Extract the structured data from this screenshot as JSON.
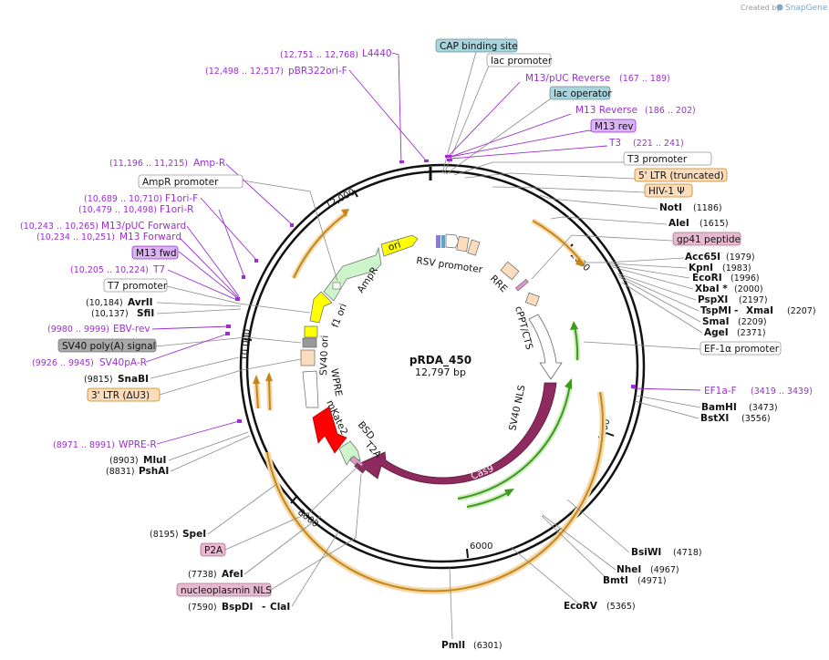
{
  "credit": {
    "created_by": "Created by",
    "brand": "SnapGene"
  },
  "plasmid": {
    "name": "pRDA_450",
    "size": "12,797 bp"
  },
  "ticks": [
    "2000",
    "4000",
    "6000",
    "8000",
    "10,000",
    "12,000"
  ],
  "primers": [
    {
      "name": "L4440",
      "coords": "(12,751 .. 12,768)"
    },
    {
      "name": "pBR322ori-F",
      "coords": "(12,498 .. 12,517)"
    },
    {
      "name": "M13/pUC Reverse",
      "coords": "(167 .. 189)"
    },
    {
      "name": "M13 Reverse",
      "coords": "(186 .. 202)"
    },
    {
      "name": "T3",
      "coords": "(221 .. 241)"
    },
    {
      "name": "Amp-R",
      "coords": "(11,196 .. 11,215)"
    },
    {
      "name": "F1ori-F",
      "coords": "(10,689 .. 10,710)"
    },
    {
      "name": "F1ori-R",
      "coords": "(10,479 .. 10,498)"
    },
    {
      "name": "M13/pUC Forward",
      "coords": "(10,243 .. 10,265)"
    },
    {
      "name": "M13 Forward",
      "coords": "(10,234 .. 10,251)"
    },
    {
      "name": "T7",
      "coords": "(10,205 .. 10,224)"
    },
    {
      "name": "EBV-rev",
      "coords": "(9980 .. 9999)"
    },
    {
      "name": "SV40pA-R",
      "coords": "(9926 .. 9945)"
    },
    {
      "name": "WPRE-R",
      "coords": "(8971 .. 8991)"
    },
    {
      "name": "EF1a-F",
      "coords": "(3419 .. 3439)"
    }
  ],
  "boxed_labels": [
    {
      "name": "CAP binding site",
      "style": "blue"
    },
    {
      "name": "lac promoter",
      "style": "white"
    },
    {
      "name": "lac operator",
      "style": "blue"
    },
    {
      "name": "M13 rev",
      "style": "purple"
    },
    {
      "name": "T3 promoter",
      "style": "white"
    },
    {
      "name": "5' LTR (truncated)",
      "style": "orange"
    },
    {
      "name": "HIV-1 Ψ",
      "style": "orange"
    },
    {
      "name": "gp41 peptide",
      "style": "pink"
    },
    {
      "name": "EF-1α promoter",
      "style": "white"
    },
    {
      "name": "AmpR promoter",
      "style": "white"
    },
    {
      "name": "M13 fwd",
      "style": "purple"
    },
    {
      "name": "T7 promoter",
      "style": "white"
    },
    {
      "name": "SV40 poly(A) signal",
      "style": "gray"
    },
    {
      "name": "3' LTR (ΔU3)",
      "style": "orange"
    },
    {
      "name": "P2A",
      "style": "pink"
    },
    {
      "name": "nucleoplasmin NLS",
      "style": "pink"
    }
  ],
  "sites_right": [
    {
      "name": "NotI",
      "pos": "(1186)"
    },
    {
      "name": "AleI",
      "pos": "(1615)"
    },
    {
      "name": "Acc65I",
      "pos": "(1979)"
    },
    {
      "name": "KpnI",
      "pos": "(1983)"
    },
    {
      "name": "EcoRI",
      "pos": "(1996)"
    },
    {
      "name": "XbaI *",
      "pos": "(2000)"
    },
    {
      "name": "PspXI",
      "pos": "(2197)"
    },
    {
      "name": "TspMI",
      "pos": "(2207)"
    },
    {
      "name": "XmaI",
      "pos": ""
    },
    {
      "name": "SmaI",
      "pos": "(2209)"
    },
    {
      "name": "AgeI",
      "pos": "(2371)"
    },
    {
      "name": "BamHI",
      "pos": "(3473)"
    },
    {
      "name": "BstXI",
      "pos": "(3556)"
    },
    {
      "name": "BsiWI",
      "pos": "(4718)"
    },
    {
      "name": "NheI",
      "pos": "(4967)"
    },
    {
      "name": "BmtI",
      "pos": "(4971)"
    },
    {
      "name": "EcoRV",
      "pos": "(5365)"
    },
    {
      "name": "PmlI",
      "pos": "(6301)"
    }
  ],
  "sites_left": [
    {
      "name": "AvrII",
      "pos": "(10,184)"
    },
    {
      "name": "SfiI",
      "pos": "(10,137)"
    },
    {
      "name": "SnaBI",
      "pos": "(9815)"
    },
    {
      "name": "MluI",
      "pos": "(8903)"
    },
    {
      "name": "PshAI",
      "pos": "(8831)"
    },
    {
      "name": "SpeI",
      "pos": "(8195)"
    },
    {
      "name": "AfeI",
      "pos": "(7738)"
    },
    {
      "name": "BspDI",
      "pos": "(7590)"
    },
    {
      "name": "ClaI",
      "pos": ""
    }
  ],
  "inner_features": {
    "ori": "ori",
    "rsv": "RSV promoter",
    "rre": "RRE",
    "cppt": "cPPT/CTS",
    "sv40nls": "SV40 NLS",
    "cas9": "Cas9",
    "ampr": "AmpR",
    "f1ori": "f1 ori",
    "sv40ori": "SV40 ori",
    "wpre": "WPRE",
    "mkate": "mKate2",
    "bsd": "BSD",
    "t2a": "T2A"
  },
  "colors": {
    "primer": "#9b2fd0",
    "cas9": "#8e2a5e",
    "lentiviral_arc": "#f2d9a8",
    "arc_arrow": "#c88417",
    "green_arrow": "#3c9a1c",
    "ori": "#ffff00",
    "ampr": "#ccf5cc",
    "mkate": "#ff0000"
  }
}
